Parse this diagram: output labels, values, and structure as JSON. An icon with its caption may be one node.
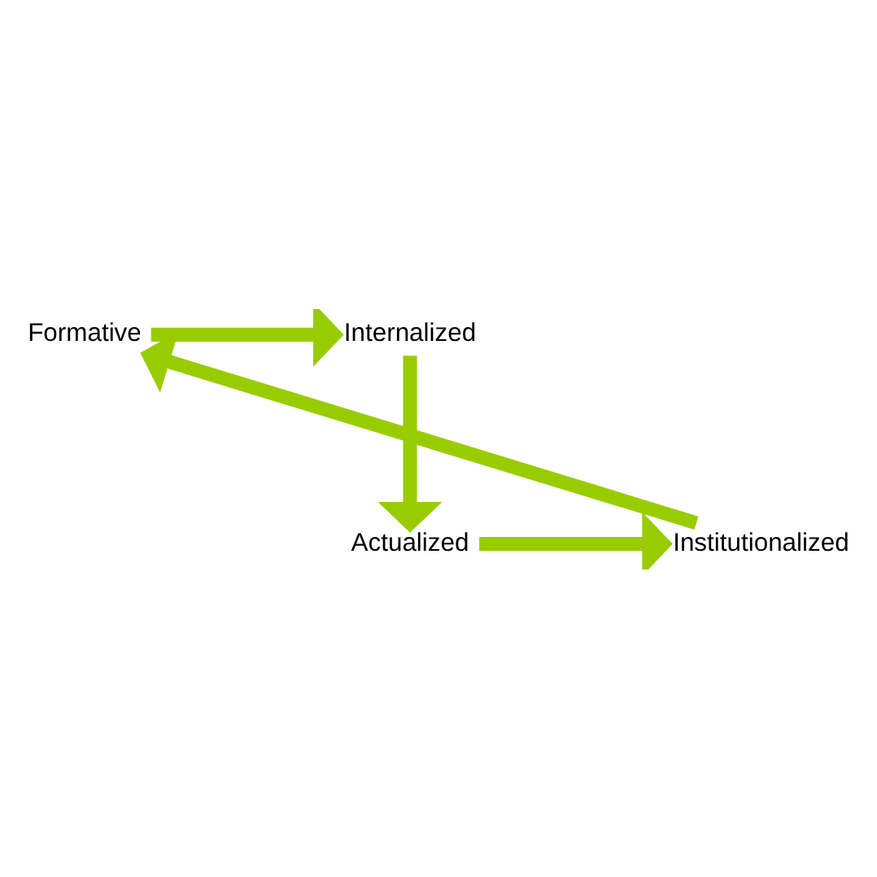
{
  "diagram": {
    "nodes": [
      {
        "text": [
          "Formative"
        ]
      },
      {
        "text": [
          "Internalized"
        ]
      },
      {
        "text": [
          "Actualized"
        ]
      },
      {
        "text": [
          "Institutionalized"
        ]
      }
    ],
    "edges": [
      {
        "from": 0,
        "to": 1,
        "arrow": "to"
      },
      {
        "from": 1,
        "to": 2,
        "arrow": "to"
      },
      {
        "from": 2,
        "to": 3,
        "arrow": "to"
      },
      {
        "from": 3,
        "to": 0,
        "arrow": "to"
      }
    ]
  }
}
